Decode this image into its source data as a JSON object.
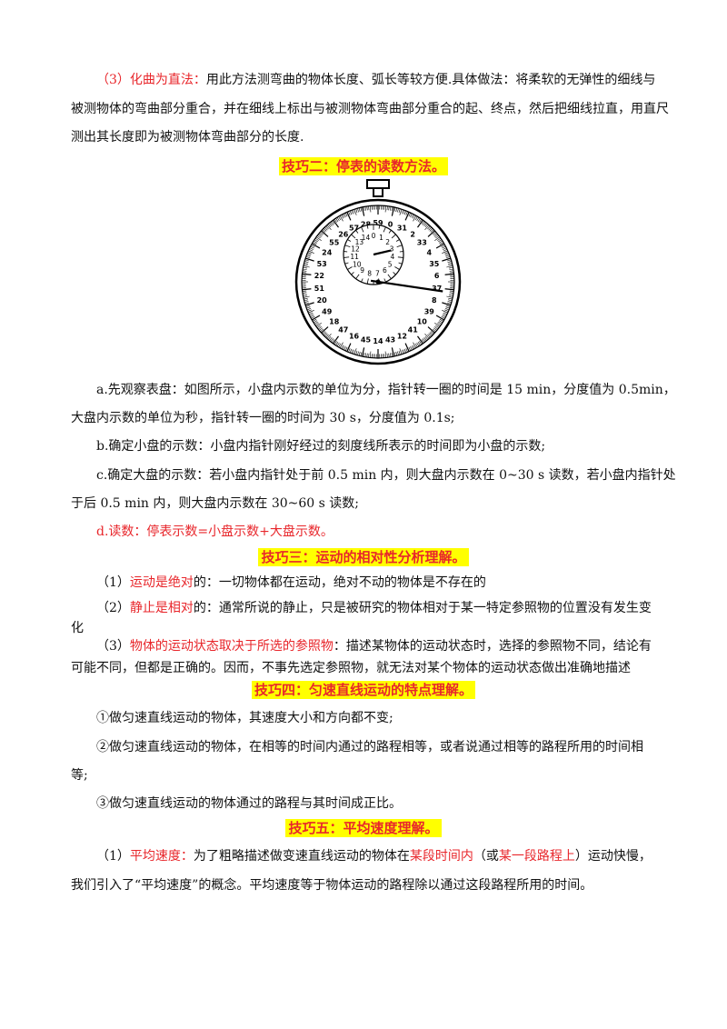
{
  "section_3": {
    "number": "（3）",
    "title": "化曲为直法：",
    "line1": "用此方法测弯曲的物体长度、弧长等较方便.具体做法：将柔软的无弹性的细线与",
    "line2": "被测物体的弯曲部分重合，并在细线上标出与被测物体弯曲部分重合的起、终点，然后把细线拉直，用直尺",
    "line3": "测出其长度即为被测物体弯曲部分的长度."
  },
  "heading_2": "技巧二：停表的读数方法。",
  "stopwatch": {
    "outer_labels": [
      "59",
      "0",
      "31",
      "2",
      "33",
      "4",
      "35",
      "6",
      "37",
      "8",
      "39",
      "10",
      "41",
      "12",
      "43",
      "14",
      "45",
      "16",
      "47",
      "18",
      "49",
      "20",
      "51",
      "22",
      "53",
      "24",
      "55",
      "26",
      "57",
      "28"
    ],
    "inner_labels": [
      "0",
      "1",
      "2",
      "3",
      "4",
      "5",
      "6",
      "7",
      "8",
      "9",
      "10",
      "11",
      "12",
      "13",
      "14"
    ],
    "hand_reading": {
      "minutes": 3.2,
      "seconds": 38.2
    }
  },
  "paragraph_a": {
    "line1": "a.先观察表盘：如图所示，小盘内示数的单位为分，指针转一圈的时间是 15 min，分度值为 0.5min，",
    "line2": "大盘内示数的单位为秒，指针转一圈的时间为 30 s，分度值为 0.1s;"
  },
  "paragraph_b": "b.确定小盘的示数：小盘内指针刚好经过的刻度线所表示的时间即为小盘的示数;",
  "paragraph_c": {
    "line1": "c.确定大盘的示数：若小盘内指针处于前 0.5 min  内，则大盘内示数在 0~30 s 读数，若小盘内指针处",
    "line2": "于后 0.5 min  内，则大盘内示数在 30~60 s 读数;"
  },
  "paragraph_d": "d.读数：停表示数=小盘示数+大盘示数。",
  "heading_3": "技巧三：运动的相对性分析理解。",
  "relativity": {
    "item1_num": "（1）",
    "item1_key": "运动是绝对",
    "item1_rest": "的：一切物体都在运动，绝对不动的物体是不存在的",
    "item2_num": "（2）",
    "item2_key": "静止是相对",
    "item2_rest": "的：通常所说的静止，只是被研究的物体相对于某一特定参照物的位置没有发生变",
    "item2_cont": "化",
    "item3_num": "（3）",
    "item3_key": "物体的运动状态取决于所选的参照物",
    "item3_rest": "：描述某物体的运动状态时，选择的参照物不同，结论有",
    "item3_cont": "可能不同，但都是正确的。因而，不事先选定参照物，就无法对某个物体的运动状态做出准确地描述"
  },
  "heading_4": "技巧四：匀速直线运动的特点理解。",
  "uniform": {
    "item1": "①做匀速直线运动的物体，其速度大小和方向都不变;",
    "item2": "②做匀速直线运动的物体，在相等的时间内通过的路程相等，或者说通过相等的路程所用的时间相",
    "item2_cont": "等;",
    "item3": "③做匀速直线运动的物体通过的路程与其时间成正比。"
  },
  "heading_5": "技巧五：平均速度理解。",
  "average": {
    "num": "（1）",
    "key": "平均速度：",
    "rest1a": "为了粗略描述做变速直线运动的物体在",
    "key2": "某段时间内",
    "rest1b": "（或",
    "key3": "某一段路程上",
    "rest1c": "）运动快慢，",
    "line2": "我们引入了“平均速度”的概念。平均速度等于物体运动的路程除以通过这段路程所用的时间。"
  },
  "colors": {
    "accent": "#e8262b",
    "highlight": "#ffff00"
  }
}
